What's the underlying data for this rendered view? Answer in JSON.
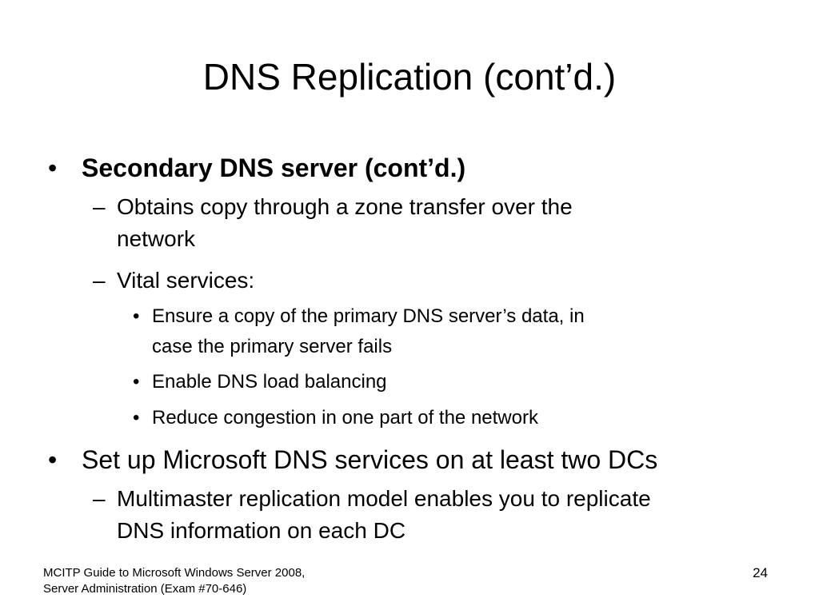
{
  "slide": {
    "title": "DNS Replication (cont’d.)",
    "bullet_marker": "•",
    "dash_marker": "–",
    "items": [
      {
        "text": "Secondary DNS server (cont’d.)",
        "children": [
          {
            "text": "Obtains copy through a zone transfer over the network",
            "line1": "Obtains copy through a zone transfer over the",
            "line2": "network"
          },
          {
            "text": "Vital services:"
          }
        ]
      },
      {
        "text": "Set up Microsoft DNS services on at least two DCs",
        "children": [
          {
            "line1": "Multimaster replication model enables you to replicate",
            "line2": "DNS information on each DC"
          }
        ]
      }
    ],
    "sub_items": [
      {
        "line1": "Ensure a copy of the primary DNS server’s data, in",
        "line2": "case the primary server fails"
      },
      {
        "text": "Enable DNS load balancing"
      },
      {
        "text": "Reduce congestion in one part of the network"
      }
    ]
  },
  "footer": {
    "line1": "MCITP Guide to Microsoft Windows Server 2008,",
    "line2": "Server Administration (Exam #70-646)",
    "page_number": "24"
  }
}
